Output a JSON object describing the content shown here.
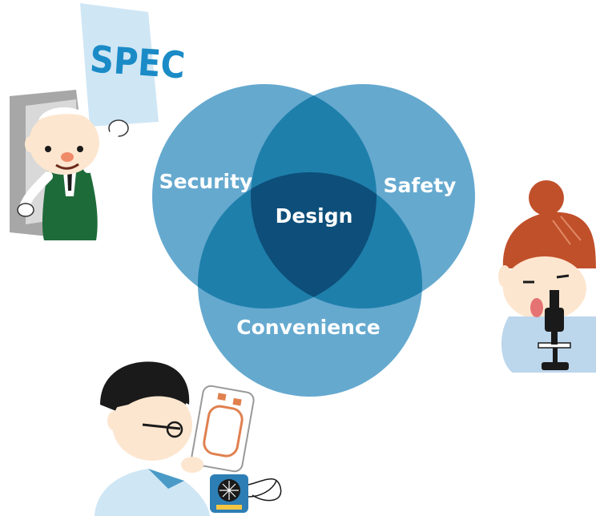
{
  "diagram": {
    "circles": [
      {
        "label": "Security"
      },
      {
        "label": "Safety"
      },
      {
        "label": "Convenience"
      }
    ],
    "center_label": "Design",
    "colors": {
      "circle": "#4a9ac7",
      "pair_overlap": "#1f7fab",
      "center": "#0d4f7a",
      "label": "#ffffff"
    }
  },
  "illustrations": {
    "spec_sign_text": "SPEC",
    "figures": [
      "man-holding-spec-sign",
      "woman-with-microscope",
      "engineer-testing-card"
    ]
  }
}
